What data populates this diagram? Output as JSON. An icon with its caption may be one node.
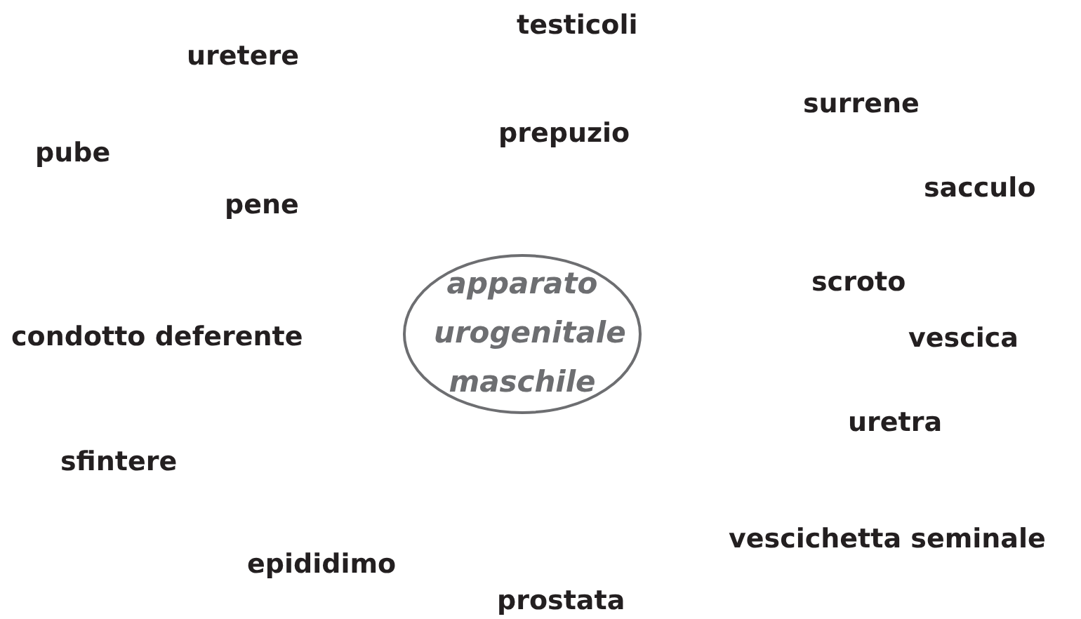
{
  "diagram": {
    "nodes": [
      {
        "text": [
          "apparato urogenitale maschile"
        ]
      }
    ],
    "labels": [
      "testicoli",
      "uretere",
      "surrene",
      "prepuzio",
      "pube",
      "sacculo",
      "pene",
      "scroto",
      "condotto deferente",
      "vescica",
      "uretra",
      "sfintere",
      "vescichetta seminale",
      "epididimo",
      "prostata"
    ]
  }
}
